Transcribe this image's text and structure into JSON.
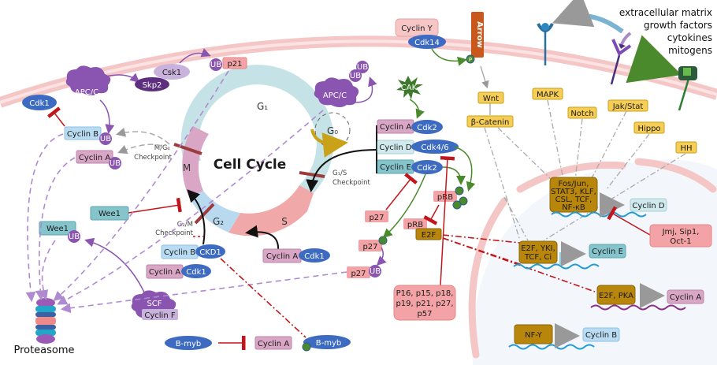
{
  "title": "Cell Cycle",
  "phases": {
    "g1": "G₁",
    "s": "S",
    "g2": "G₂",
    "m": "M",
    "g0": "G₀"
  },
  "checkpoints": {
    "mg1": [
      "M/G₁",
      "Checkpoint"
    ],
    "g1s": [
      "G₁/S",
      "Checkpoint"
    ],
    "g2m": [
      "G₂/M",
      "Checkpoint"
    ]
  },
  "extracellular": [
    "extracellular matrix",
    "growth factors",
    "cytokines",
    "mitogens"
  ],
  "membrane": {
    "cyclin_y": "Cyclin Y",
    "cdk14": "Cdk14",
    "arrow": "Arrow",
    "p": "P"
  },
  "pathways": {
    "wnt": "Wnt",
    "beta_catenin": "β-Catenin",
    "mapk": "MAPK",
    "notch": "Notch",
    "jak_stat": "Jak/Stat",
    "hippo": "Hippo",
    "hh": "HH"
  },
  "cak": "CAK",
  "complexes": {
    "cyclin_a_cdk2": [
      "Cyclin A",
      "Cdk2"
    ],
    "cyclin_d_cdk46": [
      "Cyclin D",
      "Cdk4/6"
    ],
    "cyclin_e_cdk2": [
      "Cyclin E",
      "Cdk2"
    ],
    "cyclin_b_ckd1": [
      "Cyclin B",
      "CKD1"
    ],
    "cyclin_a_cdk1_left": [
      "Cyclin A",
      "Cdk1"
    ],
    "cyclin_a_cdk1_bottom": [
      "Cyclin A",
      "Cdk1"
    ]
  },
  "ubiquitin": {
    "apc_left": "APC/C",
    "apc_right": "APC/C",
    "skp2": "Skp2",
    "csk1": "Csk1",
    "p21": "p21",
    "cdk1": "Cdk1",
    "cyclin_b": "Cyclin B",
    "cyclin_a": "Cyclin A",
    "ub": "UB",
    "wee1_top": "Wee1",
    "wee1_ub": "Wee1",
    "scf": "SCF",
    "cyclin_f": "Cyclin F",
    "proteasome": "Proteasome"
  },
  "inhibitors": {
    "p27_a": "p27",
    "p27_p": "p27",
    "p27_ub": "p27",
    "prb_p": "pRB",
    "prb": "pRB",
    "e2f": "E2F",
    "ckis": [
      "P16, p15, p18,",
      "p19, p21, p27,",
      "p57"
    ]
  },
  "bmyb": {
    "bmyb_left": "B-myb",
    "cyclin_a": "Cyclin A",
    "bmyb_right": "B-myb"
  },
  "nucleus": {
    "tf_fos": [
      "Fos/Jun,",
      "STAT3, KLF,",
      "CSL, TCF,",
      "NF-κB"
    ],
    "cyclin_d": "Cyclin D",
    "repressor": [
      "Jmj, Sip1,",
      "Oct-1"
    ],
    "tf_e2f": [
      "E2F, YKI,",
      "TCF, Ci"
    ],
    "cyclin_e": "Cyclin E",
    "tf_pka": "E2F, PKA",
    "cyclin_a": "Cyclin A",
    "tf_nfy": "NF-Y",
    "cyclin_b": "Cyclin B"
  },
  "colors": {
    "g1": "#c5e3e6",
    "s": "#f0a9a8",
    "g2": "#b9d9ef",
    "m": "#d9a6c6",
    "cdk": "#3d6bc1",
    "cyclin_a": "#d9a6c6",
    "cyclin_b": "#b9dcf2",
    "cyclin_d": "#cfe9ec",
    "cyclin_e": "#86c4cc",
    "ub": "#8a55b0",
    "inhibit": "#c2161c",
    "activate": "#4a8a2c",
    "tf": "#b8860b",
    "pathway": "#f6cd55",
    "pink": "#f3a3a5",
    "membrane": "#f4c6c6"
  }
}
